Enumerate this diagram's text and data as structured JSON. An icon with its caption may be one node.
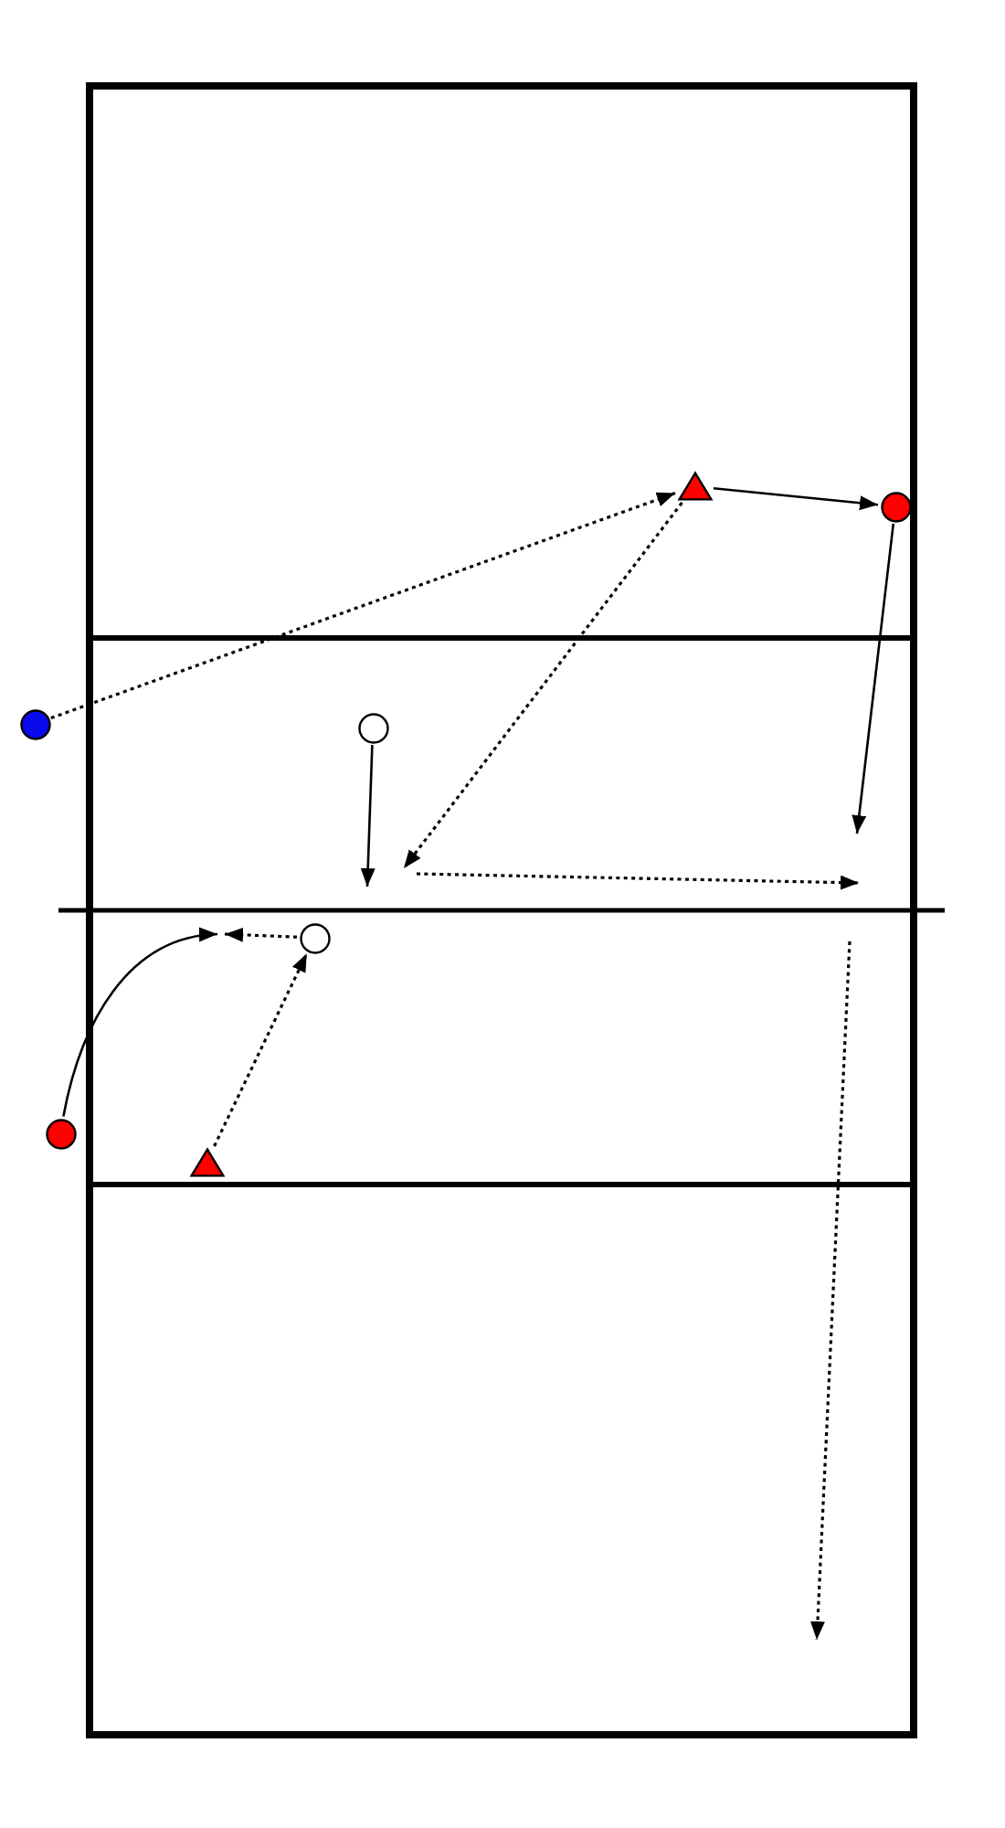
{
  "diagram": {
    "nodes": [
      {
        "text": [],
        "shape": "triangle"
      },
      {
        "text": [],
        "shape": "circle"
      },
      {
        "text": [],
        "shape": "circle"
      },
      {
        "text": [],
        "shape": "circle"
      },
      {
        "text": [],
        "shape": "circle"
      },
      {
        "text": [],
        "shape": "circle"
      },
      {
        "text": [],
        "shape": "triangle"
      }
    ],
    "edges": [
      {
        "from": 2,
        "to": 0,
        "arrow": "to",
        "style": "dashed"
      },
      {
        "from": 0,
        "to": 1,
        "arrow": "to"
      },
      {
        "from": 1,
        "to": null,
        "arrow": "to"
      },
      {
        "from": 0,
        "to": null,
        "arrow": "to",
        "style": "dashed"
      },
      {
        "from": 3,
        "to": null,
        "arrow": "to"
      },
      {
        "from": 4,
        "to": null,
        "arrow": "to",
        "style": "dashed"
      },
      {
        "from": 5,
        "to": null,
        "arrow": "to"
      },
      {
        "from": 6,
        "to": 4,
        "arrow": "to",
        "style": "dashed"
      }
    ]
  }
}
